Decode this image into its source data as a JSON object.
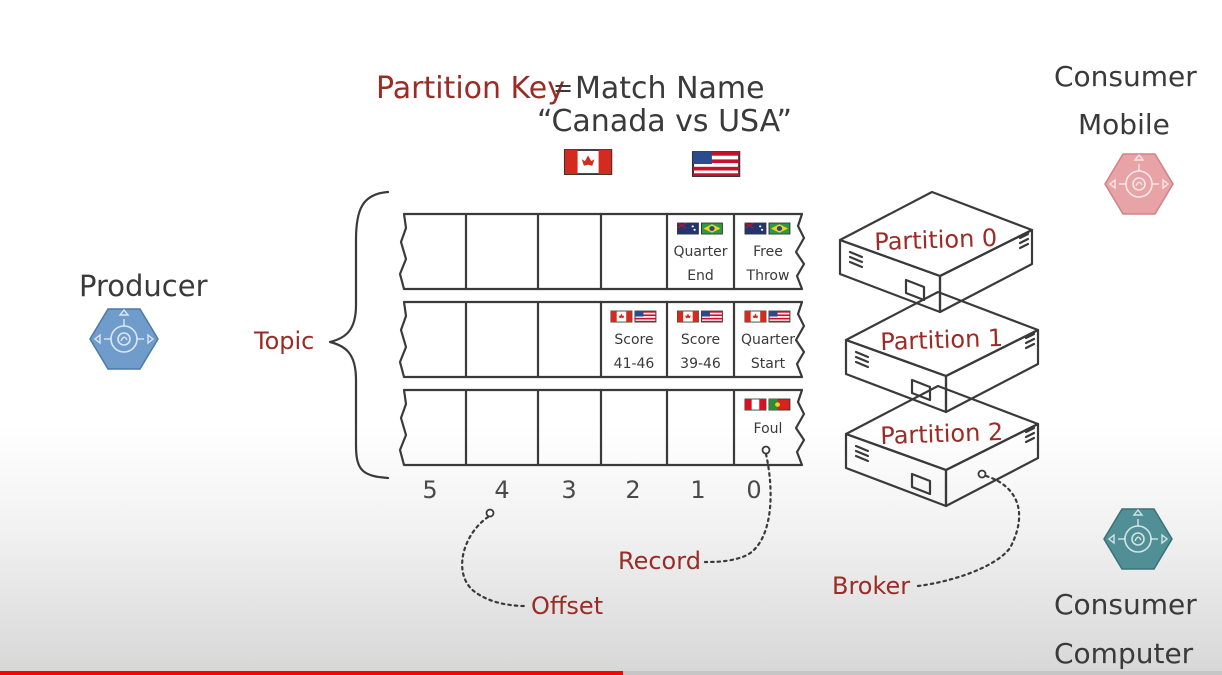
{
  "header": {
    "partition_key_label": "Partition Key",
    "equals": "=",
    "match_name_label": "Match Name",
    "match_value": "“Canada vs USA”",
    "flags": [
      "canada-flag-icon",
      "usa-flag-icon"
    ]
  },
  "producer": {
    "label": "Producer",
    "icon": "producer-hexagon-icon",
    "color": "#6f9ccb"
  },
  "topic": {
    "label": "Topic"
  },
  "partitions": [
    {
      "name": "Partition 0",
      "records": [
        {
          "offset": 1,
          "flags": [
            "australia",
            "brazil"
          ],
          "lines": [
            "Quarter",
            "End"
          ]
        },
        {
          "offset": 0,
          "flags": [
            "australia",
            "brazil"
          ],
          "lines": [
            "Free",
            "Throw"
          ]
        }
      ]
    },
    {
      "name": "Partition 1",
      "records": [
        {
          "offset": 2,
          "flags": [
            "canada",
            "usa"
          ],
          "lines": [
            "Score",
            "41-46"
          ]
        },
        {
          "offset": 1,
          "flags": [
            "canada",
            "usa"
          ],
          "lines": [
            "Score",
            "39-46"
          ]
        },
        {
          "offset": 0,
          "flags": [
            "canada",
            "usa"
          ],
          "lines": [
            "Quarter",
            "Start"
          ]
        }
      ]
    },
    {
      "name": "Partition 2",
      "records": [
        {
          "offset": 0,
          "flags": [
            "peru",
            "portugal"
          ],
          "lines": [
            "Foul"
          ]
        }
      ]
    }
  ],
  "offsets": [
    "5",
    "4",
    "3",
    "2",
    "1",
    "0"
  ],
  "annotations": {
    "record": "Record",
    "offset": "Offset",
    "broker": "Broker"
  },
  "consumers": [
    {
      "line1": "Consumer",
      "line2": "Mobile",
      "icon": "consumer-mobile-hexagon-icon",
      "color": "#e7a3a6"
    },
    {
      "line1": "Consumer",
      "line2": "Computer",
      "icon": "consumer-computer-hexagon-icon",
      "color": "#4f8f95"
    }
  ],
  "colors": {
    "accent_red": "#9b2b25",
    "ink": "#3a3a3a",
    "progress": "#ff0000"
  },
  "video_progress": 0.51
}
